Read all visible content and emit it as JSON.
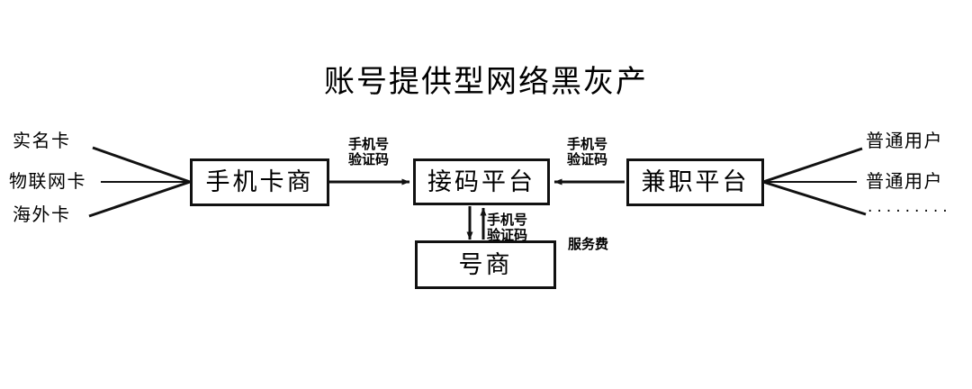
{
  "title": "账号提供型网络黑灰产",
  "nodes": {
    "card_dealer": "手机卡商",
    "sms_platform": "接码平台",
    "parttime_platform": "兼职平台",
    "account_dealer": "号商"
  },
  "left_sources": [
    "实名卡",
    "物联网卡",
    "海外卡"
  ],
  "right_sources": [
    "普通用户",
    "普通用户",
    "·········"
  ],
  "edge_labels": {
    "dealer_to_sms_line1": "手机号",
    "dealer_to_sms_line2": "验证码",
    "parttime_to_sms_line1": "手机号",
    "parttime_to_sms_line2": "验证码",
    "account_to_sms_line1": "手机号",
    "account_to_sms_line2": "验证码",
    "service_fee": "服务费"
  },
  "colors": {
    "ink": "#111111",
    "background": "#ffffff"
  }
}
